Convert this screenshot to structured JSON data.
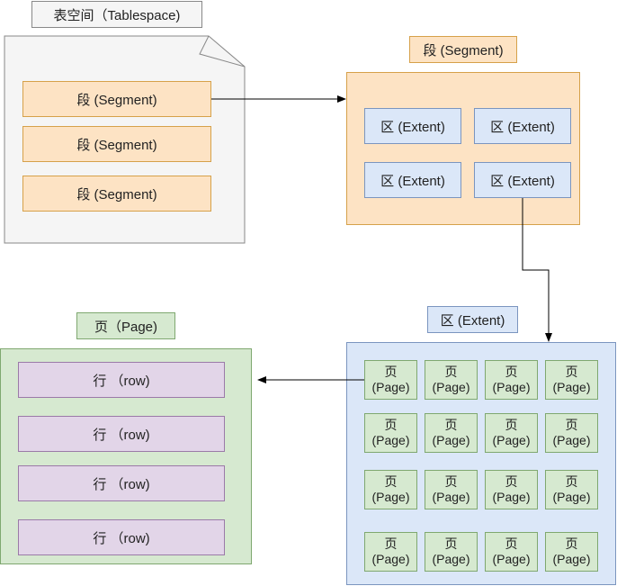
{
  "tablespace": {
    "title": "表空间（Tablespace)",
    "segments": [
      "段 (Segment)",
      "段 (Segment)",
      "段 (Segment)"
    ]
  },
  "segment_group": {
    "title": "段 (Segment)",
    "extents": [
      "区 (Extent)",
      "区 (Extent)",
      "区 (Extent)",
      "区 (Extent)"
    ]
  },
  "extent_group": {
    "title": "区 (Extent)",
    "page_top": "页",
    "page_bottom": "(Page)"
  },
  "page_group": {
    "title": "页（Page)",
    "rows": [
      "行 （row)",
      "行 （row)",
      "行 （row)",
      "行 （row)"
    ]
  },
  "colors": {
    "segment": "#fde3c4",
    "extent": "#dbe7f8",
    "page": "#d6e9d0",
    "row": "#e2d5e8",
    "tablespace": "#f5f5f5"
  }
}
